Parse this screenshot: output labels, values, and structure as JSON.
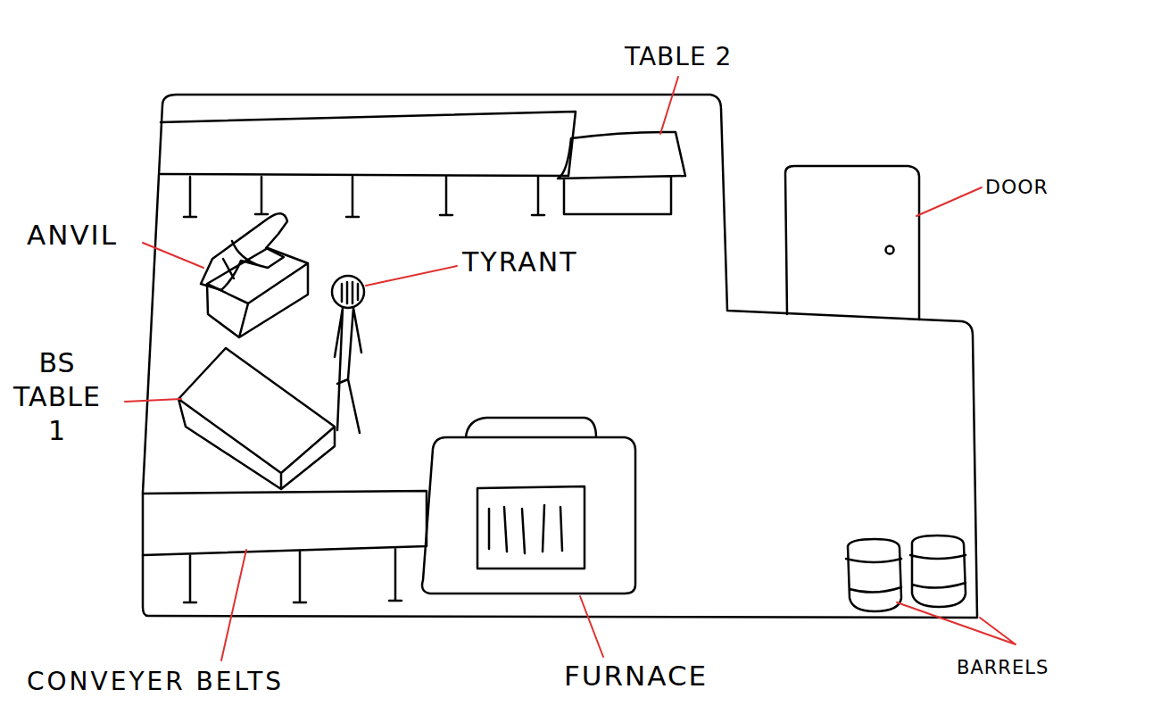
{
  "diagram": {
    "labels": [
      "TABLE 2",
      "ANVIL",
      "TYRANT",
      "DOOR",
      "BS TABLE 1",
      "CONVEYER BELTS",
      "FURNACE",
      "BARRELS"
    ]
  }
}
